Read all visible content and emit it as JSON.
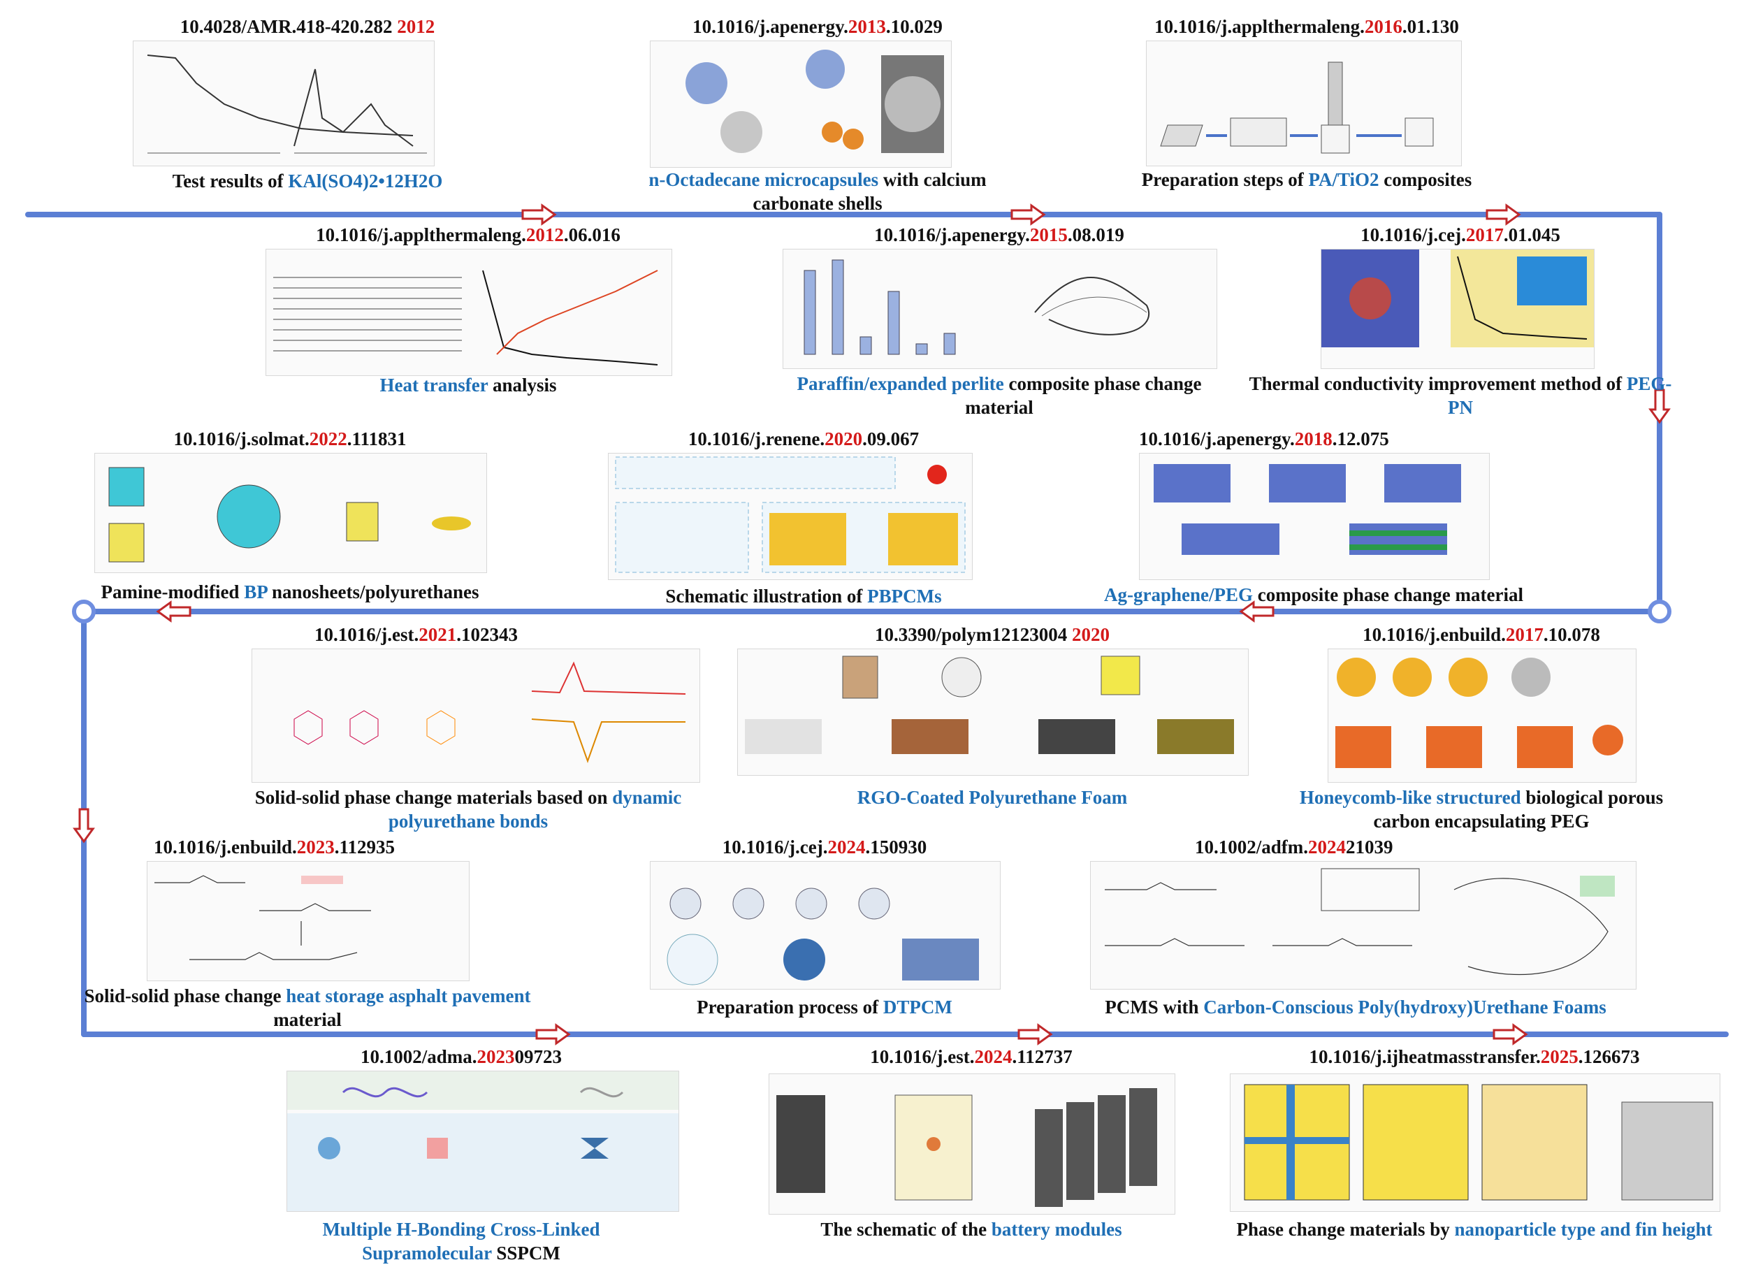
{
  "colors": {
    "flow_line": "#5b7fd4",
    "flow_node": "#6f8ee0",
    "arrow": "#c0282a",
    "year": "#d41a1a",
    "highlight": "#1f6fb5"
  },
  "items": [
    {
      "doi_pre": "10.4028/AMR.418-420.282 ",
      "year": "2012",
      "doi_post": "",
      "cap_pre": "Test results of ",
      "cap_hl": "KAl(SO4)2•12H2O",
      "cap_post": ""
    },
    {
      "doi_pre": "10.1016/j.apenergy.",
      "year": "2013",
      "doi_post": ".10.029",
      "cap_pre": "",
      "cap_hl": "n-Octadecane microcapsules",
      "cap_post": " with calcium carbonate shells"
    },
    {
      "doi_pre": "10.1016/j.applthermaleng.",
      "year": "2016",
      "doi_post": ".01.130",
      "cap_pre": "Preparation steps of ",
      "cap_hl": "PA/TiO2",
      "cap_post": " composites"
    },
    {
      "doi_pre": "10.1016/j.applthermaleng.",
      "year": "2012",
      "doi_post": ".06.016",
      "cap_pre": "",
      "cap_hl": "Heat transfer",
      "cap_post": " analysis"
    },
    {
      "doi_pre": "10.1016/j.apenergy.",
      "year": "2015",
      "doi_post": ".08.019",
      "cap_pre": "",
      "cap_hl": "Paraffin/expanded perlite",
      "cap_post": " composite phase change material"
    },
    {
      "doi_pre": "10.1016/j.cej.",
      "year": "2017",
      "doi_post": ".01.045",
      "cap_pre": "Thermal conductivity improvement method of ",
      "cap_hl": "PEG-PN",
      "cap_post": ""
    },
    {
      "doi_pre": "10.1016/j.solmat.",
      "year": "2022",
      "doi_post": ".111831",
      "cap_pre": "Pamine-modified ",
      "cap_hl": "BP",
      "cap_post": " nanosheets/polyurethanes"
    },
    {
      "doi_pre": "10.1016/j.renene.",
      "year": "2020",
      "doi_post": ".09.067",
      "cap_pre": "Schematic illustration of ",
      "cap_hl": "PBPCMs",
      "cap_post": ""
    },
    {
      "doi_pre": "10.1016/j.apenergy.",
      "year": "2018",
      "doi_post": ".12.075",
      "cap_pre": "",
      "cap_hl": "Ag-graphene/PEG",
      "cap_post": " composite phase change material"
    },
    {
      "doi_pre": "10.1016/j.est.",
      "year": "2021",
      "doi_post": ".102343",
      "cap_pre": "Solid-solid phase change materials based on ",
      "cap_hl": "dynamic polyurethane bonds",
      "cap_post": ""
    },
    {
      "doi_pre": "10.3390/polym12123004 ",
      "year": "2020",
      "doi_post": "",
      "cap_pre": "",
      "cap_hl": "RGO-Coated Polyurethane Foam",
      "cap_post": ""
    },
    {
      "doi_pre": "10.1016/j.enbuild.",
      "year": "2017",
      "doi_post": ".10.078",
      "cap_pre": "",
      "cap_hl": "Honeycomb-like structured",
      "cap_post": " biological porous carbon encapsulating PEG"
    },
    {
      "doi_pre": "10.1016/j.enbuild.",
      "year": "2023",
      "doi_post": ".112935",
      "cap_pre": "Solid-solid phase change ",
      "cap_hl": "heat storage asphalt pavement",
      "cap_post": " material"
    },
    {
      "doi_pre": "10.1016/j.cej.",
      "year": "2024",
      "doi_post": ".150930",
      "cap_pre": "Preparation process of ",
      "cap_hl": "DTPCM",
      "cap_post": ""
    },
    {
      "doi_pre": "10.1002/adfm.",
      "year": "2024",
      "doi_post": "21039",
      "cap_pre": "PCMS with ",
      "cap_hl": "Carbon-Conscious Poly(hydroxy)Urethane Foams",
      "cap_post": ""
    },
    {
      "doi_pre": "10.1002/adma.",
      "year": "2023",
      "doi_post": "09723",
      "cap_pre": "",
      "cap_hl": "Multiple H-Bonding Cross-Linked Supramolecular",
      "cap_post": " SSPCM"
    },
    {
      "doi_pre": "10.1016/j.est.",
      "year": "2024",
      "doi_post": ".112737",
      "cap_pre": "The schematic of the ",
      "cap_hl": "battery modules",
      "cap_post": ""
    },
    {
      "doi_pre": "10.1016/j.ijheatmasstransfer.",
      "year": "2025",
      "doi_post": ".126673",
      "cap_pre": "Phase change materials by ",
      "cap_hl": "nanoparticle type and fin height",
      "cap_post": ""
    }
  ]
}
